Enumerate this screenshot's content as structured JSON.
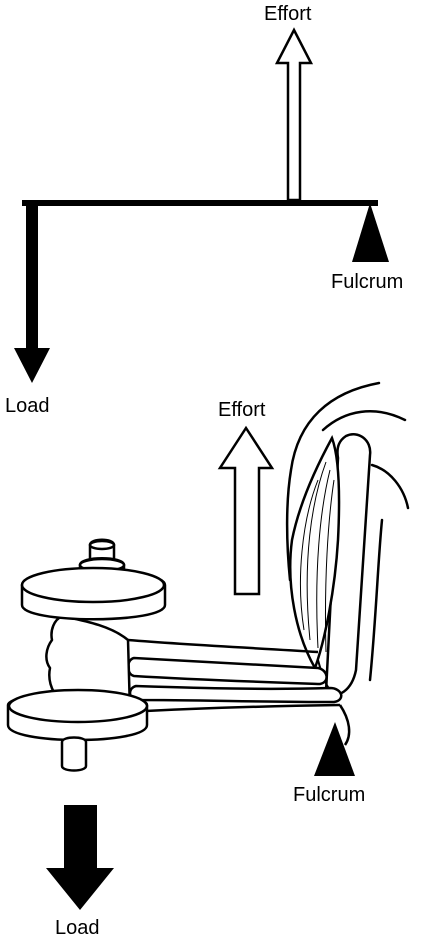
{
  "top_lever": {
    "effort_label": "Effort",
    "fulcrum_label": "Fulcrum",
    "load_label": "Load"
  },
  "arm_lever": {
    "effort_label": "Effort",
    "fulcrum_label": "Fulcrum",
    "load_label": "Load"
  },
  "colors": {
    "ink": "#000000",
    "paper": "#ffffff"
  }
}
